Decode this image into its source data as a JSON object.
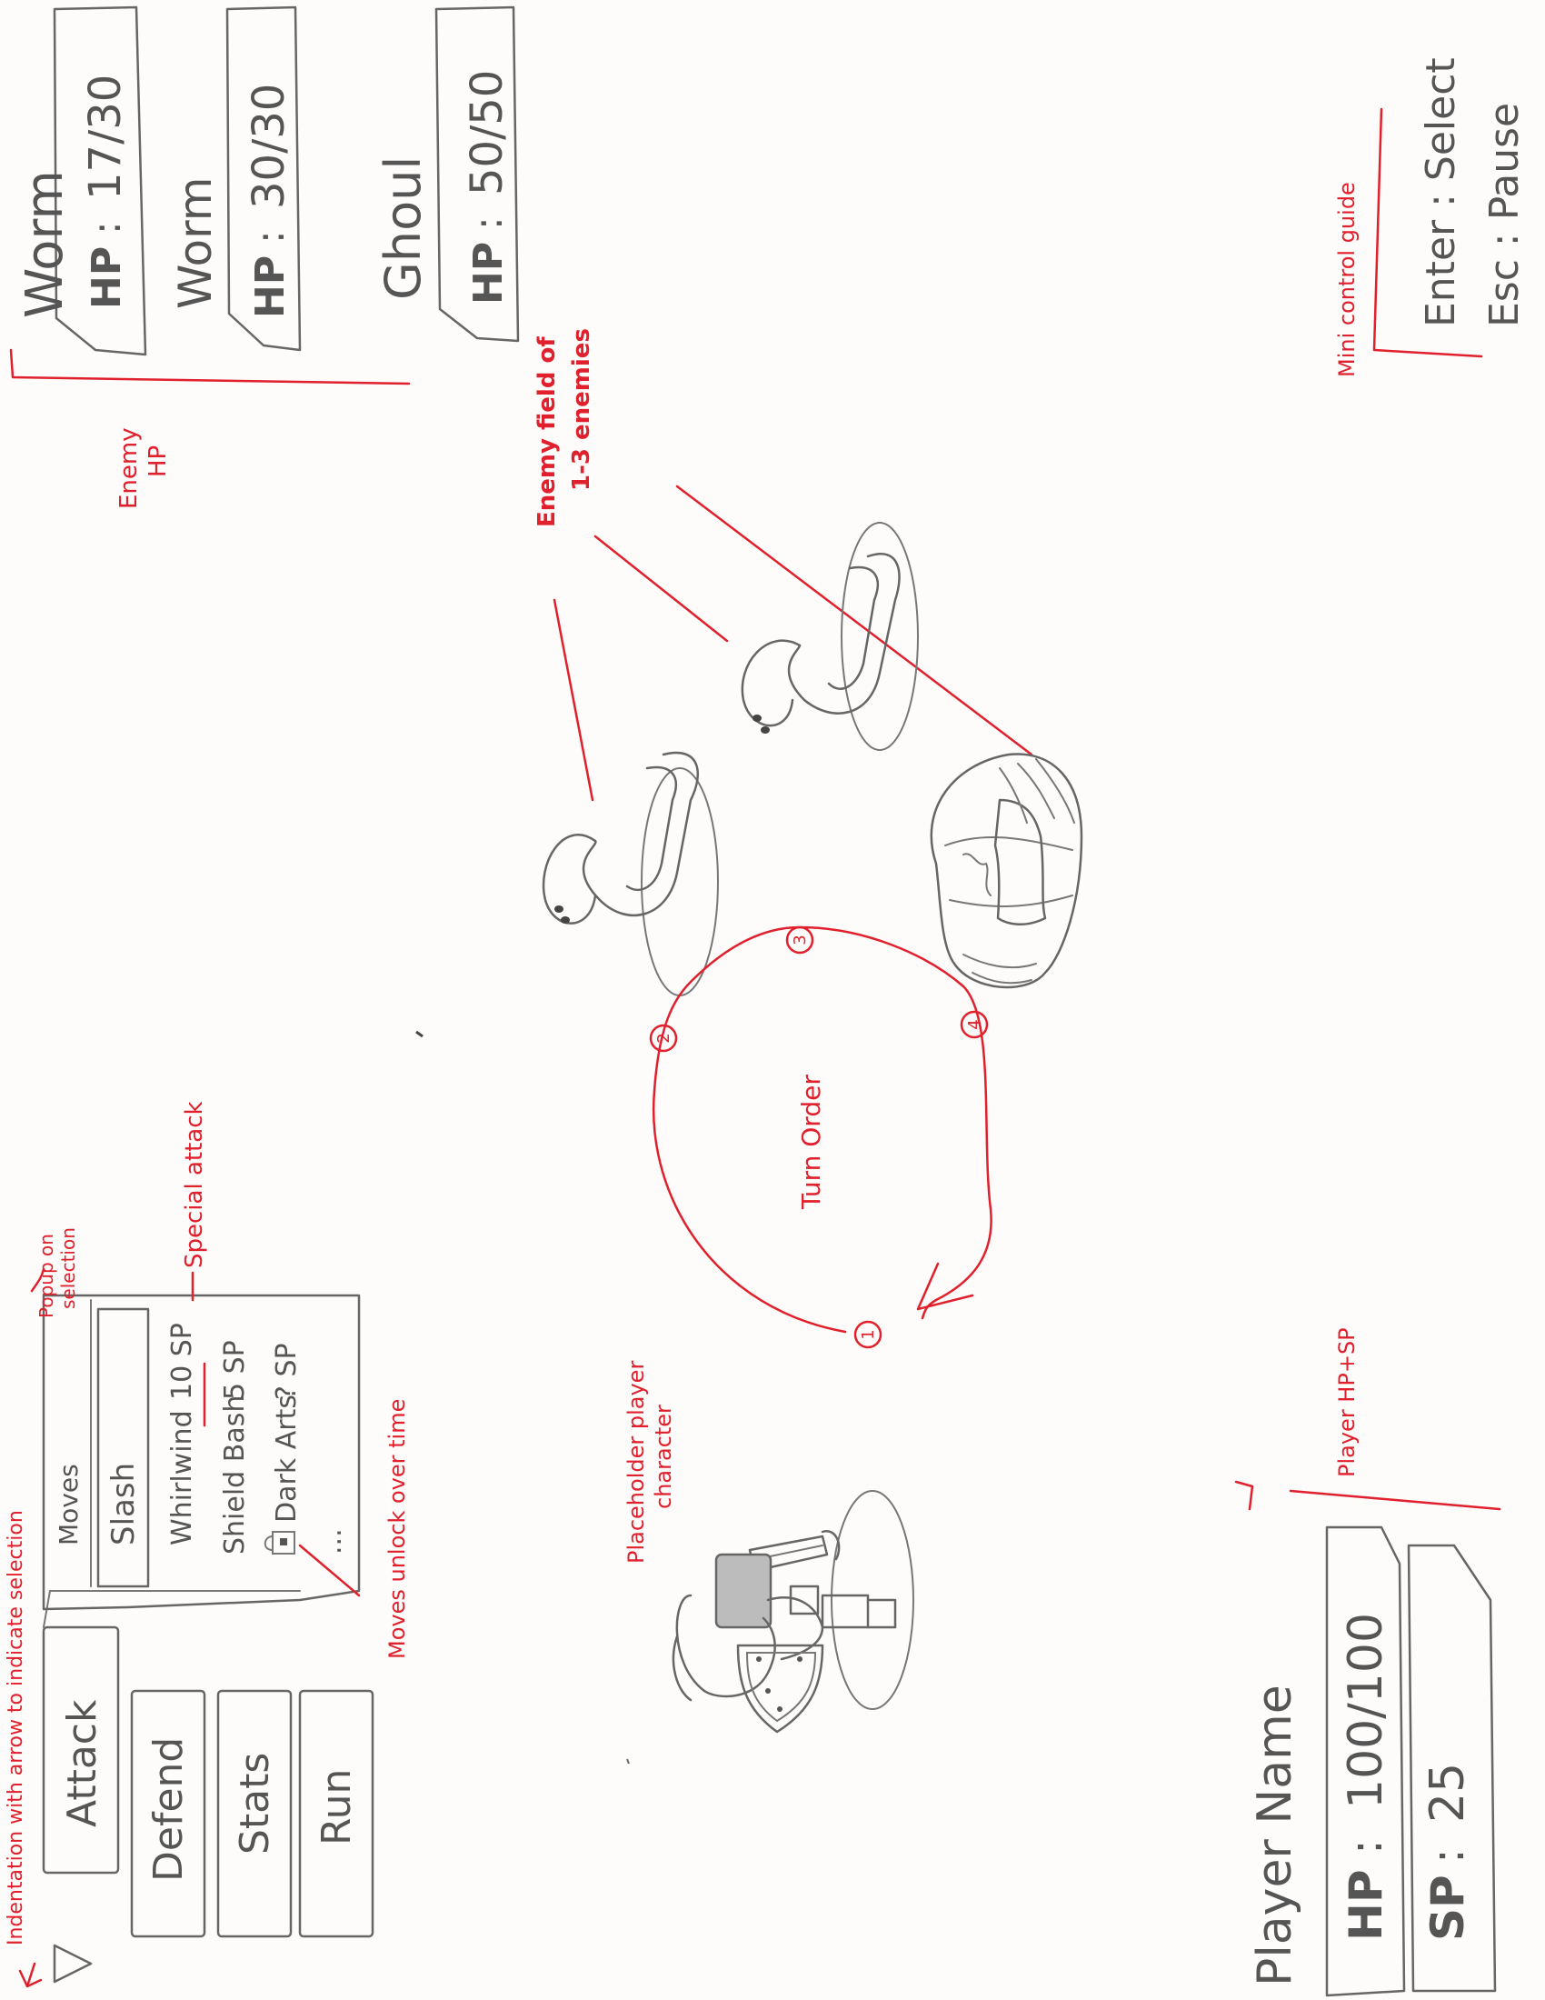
{
  "enemy_hp": {
    "enemies": [
      {
        "name": "Worm",
        "hp_label": "HP",
        "hp": "17/30"
      },
      {
        "name": "Worm",
        "hp_label": "HP",
        "hp": "30/30"
      },
      {
        "name": "Ghoul",
        "hp_label": "HP",
        "hp": "50/50"
      }
    ],
    "annotation_line1": "Enemy",
    "annotation_line2": "HP"
  },
  "controls": {
    "enter": "Enter : Select",
    "esc": "Esc : Pause",
    "annotation": "Mini control guide"
  },
  "enemy_field": {
    "annotation_line1": "Enemy field of",
    "annotation_line2": "1-3 enemies"
  },
  "turn_order": {
    "label": "Turn Order",
    "steps": [
      "1",
      "2",
      "3",
      "4"
    ]
  },
  "command_menu": {
    "items": [
      "Attack",
      "Defend",
      "Stats",
      "Run"
    ],
    "selected": "Attack",
    "annotation": "Indentation with arrow to indicate selection"
  },
  "moves_popup": {
    "title": "Moves",
    "moves": [
      {
        "name": "Slash",
        "cost": ""
      },
      {
        "name": "Whirlwind",
        "cost": "10 SP"
      },
      {
        "name": "Shield Bash",
        "cost": "5 SP"
      },
      {
        "name": "Dark Arts",
        "cost": "? SP",
        "locked": true
      },
      {
        "name": "...",
        "cost": ""
      }
    ],
    "annotation_popup_line1": "Popup on",
    "annotation_popup_line2": "selection",
    "annotation_special": "Special attack",
    "annotation_unlock": "Moves unlock over time"
  },
  "player_character": {
    "annotation_line1": "Placeholder player",
    "annotation_line2": "character"
  },
  "player_status": {
    "name": "Player Name",
    "hp_label": "HP",
    "hp": "100/100",
    "sp_label": "SP",
    "sp": "25",
    "annotation": "Player HP+SP"
  },
  "colors": {
    "annotation_red": "#e0202c",
    "pencil": "#666666"
  }
}
